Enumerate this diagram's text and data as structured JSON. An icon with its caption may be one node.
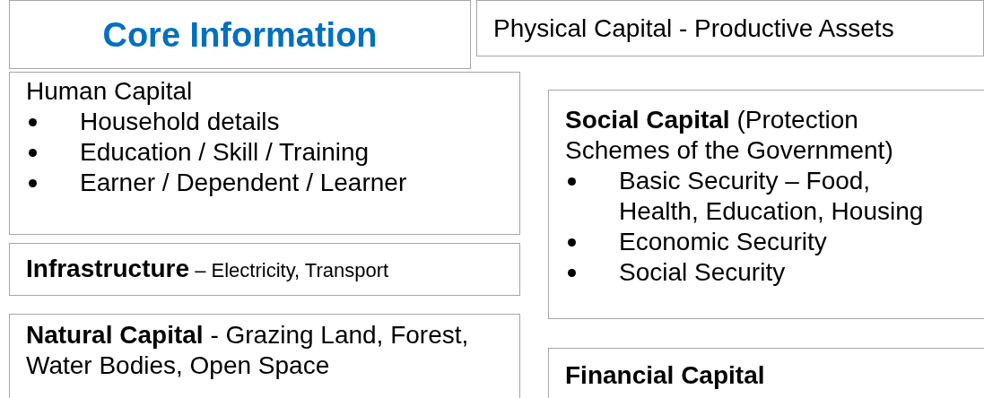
{
  "diagram": {
    "nodes": [
      {
        "text": [
          "Core Information"
        ]
      },
      {
        "text": [
          "Physical Capital - Productive Assets"
        ]
      },
      {
        "text": [
          "Human Capital",
          "Household details",
          "Education / Skill / Training",
          "Earner / Dependent / Learner"
        ]
      },
      {
        "text": [
          "**Infrastructure** – Electricity, Transport"
        ]
      },
      {
        "text": [
          "**Natural Capital** - Grazing Land, Forest, Water Bodies, Open Space"
        ]
      },
      {
        "text": [
          "**Social Capital** (Protection Schemes of the Government)",
          "Basic Security – Food, Health, Education, Housing",
          "Economic Security",
          "Social Security"
        ]
      },
      {
        "text": [
          "Financial Capital"
        ]
      }
    ],
    "edges": []
  }
}
